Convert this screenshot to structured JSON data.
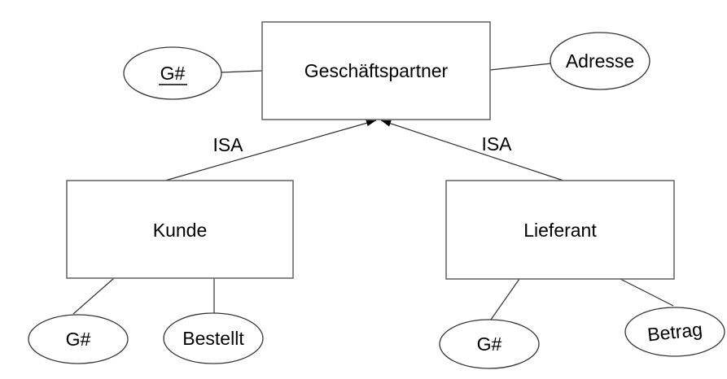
{
  "diagram": {
    "kind": "er-diagram",
    "entities": [
      {
        "id": "geschaeftspartner",
        "label": "Geschäftspartner"
      },
      {
        "id": "kunde",
        "label": "Kunde"
      },
      {
        "id": "lieferant",
        "label": "Lieferant"
      }
    ],
    "attributes": [
      {
        "id": "g-nr-geschaeftspartner",
        "label": "G#",
        "underlined": true,
        "connected_to": "Geschäftspartner"
      },
      {
        "id": "adresse",
        "label": "Adresse",
        "underlined": false,
        "connected_to": "Geschäftspartner"
      },
      {
        "id": "g-nr-kunde",
        "label": "G#",
        "underlined": false,
        "connected_to": "Kunde"
      },
      {
        "id": "bestellt",
        "label": "Bestellt",
        "underlined": false,
        "connected_to": "Kunde"
      },
      {
        "id": "g-nr-lieferant",
        "label": "G#",
        "underlined": false,
        "connected_to": "Lieferant"
      },
      {
        "id": "betrag",
        "label": "Betrag",
        "underlined": false,
        "connected_to": "Lieferant"
      }
    ],
    "relations": [
      {
        "label": "ISA",
        "from": "Kunde",
        "to": "Geschäftspartner",
        "arrow": "to"
      },
      {
        "label": "ISA",
        "from": "Lieferant",
        "to": "Geschäftspartner",
        "arrow": "to"
      }
    ],
    "colors": {
      "background": "#ffffff",
      "entity_border": "#6b6b6b",
      "attribute_border": "#353535",
      "connector": "#2e2e2e",
      "arrowhead": "#000000",
      "text": "#000000"
    }
  }
}
